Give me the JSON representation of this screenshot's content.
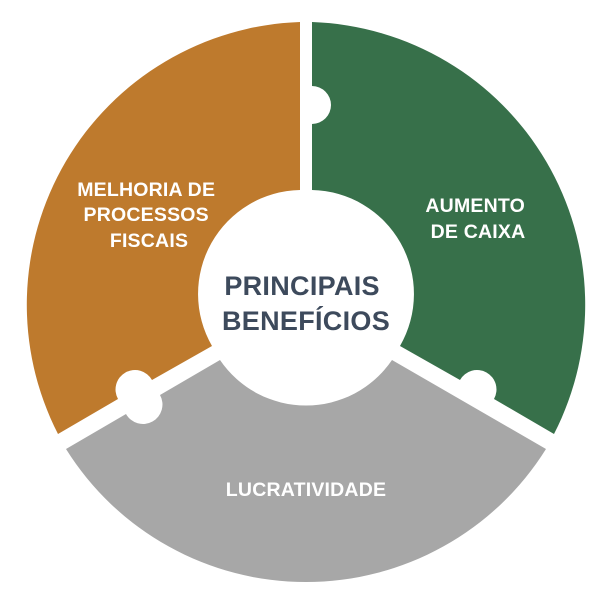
{
  "center": {
    "line1": "PRINCIPAIS",
    "line2": "BENEFÍCIOS"
  },
  "segments": [
    {
      "id": "melhoria",
      "lines": [
        "MELHORIA DE",
        "PROCESSOS",
        "FISCAIS"
      ]
    },
    {
      "id": "aumento",
      "lines": [
        "AUMENTO",
        "DE CAIXA"
      ]
    },
    {
      "id": "lucratividade",
      "lines": [
        "LUCRATIVIDADE"
      ]
    }
  ],
  "colors": {
    "melhoria": "#be7a2d",
    "aumento": "#37704a",
    "lucratividade": "#a7a7a7",
    "center_text": "#3d4a5c",
    "background": "#ffffff"
  }
}
